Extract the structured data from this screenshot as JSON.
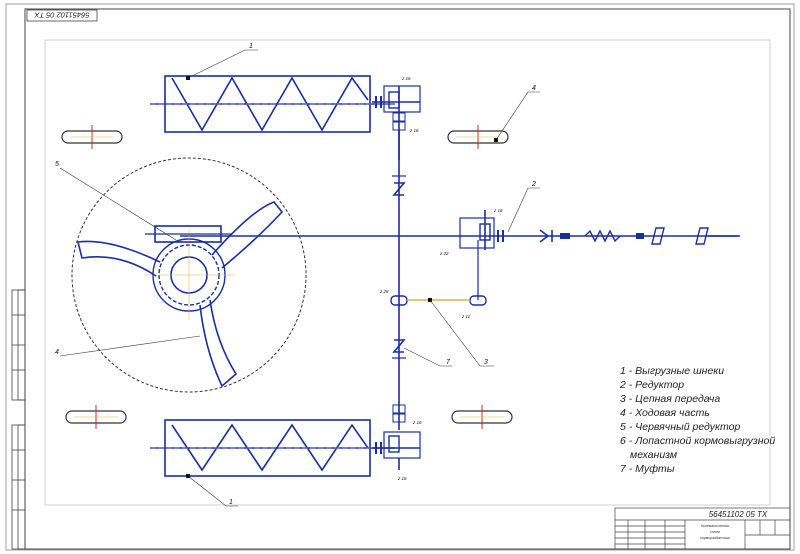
{
  "drawing": {
    "stamp_code": "56451102 05 ТХ",
    "callouts": {
      "top_left": "1",
      "top_right": "4",
      "right_mid": "2",
      "left_upper": "5",
      "left_lower": "4",
      "center": "3",
      "coupling": "7",
      "bottom": "1"
    },
    "gear_labels": {
      "top_a": "z 16",
      "top_b": "z 16",
      "right_a": "z 16",
      "right_b": "z 22",
      "chain_left": "z 28",
      "chain_right": "z 11",
      "bottom_a": "z 16",
      "bottom_b": "z 16"
    }
  },
  "legend": {
    "items": [
      "1 - Выгрузные шнеки",
      "2 - Редуктор",
      "3 - Цепная передача",
      "4 - Ходовая часть",
      "5 - Червячный редуктор",
      "6 - Лопастной кормовыгрузной",
      "механизм",
      "7 - Муфты"
    ]
  },
  "title_block": {
    "code": "56451102 05 ТХ",
    "title_line1": "Кинематическая",
    "title_line2": "схема",
    "title_line3": "кормораздатчика"
  },
  "colors": {
    "line": "#1a2f9e",
    "chain": "#d9b44a",
    "frame": "#444444"
  }
}
